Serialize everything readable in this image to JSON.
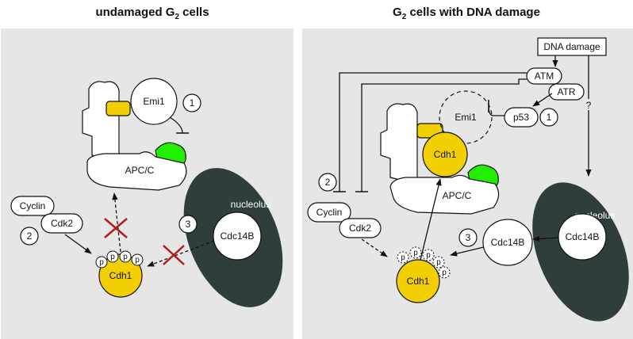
{
  "titles": {
    "left": "undamaged G",
    "left_sub": "2",
    "left_rest": " cells",
    "right": "G",
    "right_sub": "2",
    "right_rest": " cells with DNA damage"
  },
  "left": {
    "emi1": "Emi1",
    "apc": "APC/C",
    "cyclin": "Cyclin",
    "cdk2": "Cdk2",
    "cdh1": "Cdh1",
    "nucleolus": "nucleolus",
    "cdc14b": "Cdc14B",
    "p": "p",
    "num1": "1",
    "num2": "2",
    "num3": "3"
  },
  "right": {
    "dna_damage": "DNA damage",
    "atm": "ATM",
    "atr": "ATR",
    "p53": "p53",
    "emi1": "Emi1",
    "cdh1_bound": "Cdh1",
    "apc": "APC/C",
    "cyclin": "Cyclin",
    "cdk2": "Cdk2",
    "cdh1": "Cdh1",
    "nucleolus": "nucleolus",
    "cdc14b_in": "Cdc14B",
    "cdc14b_out": "Cdc14B",
    "question": "?",
    "p": "p",
    "num1": "1",
    "num2": "2",
    "num3": "3"
  },
  "colors": {
    "panel": "#e6e6e6",
    "nucleolus": "#2f3d3d",
    "cdh1": "#f2cf00",
    "green": "#22ee00",
    "inhibit_x": "#b01c1c"
  }
}
